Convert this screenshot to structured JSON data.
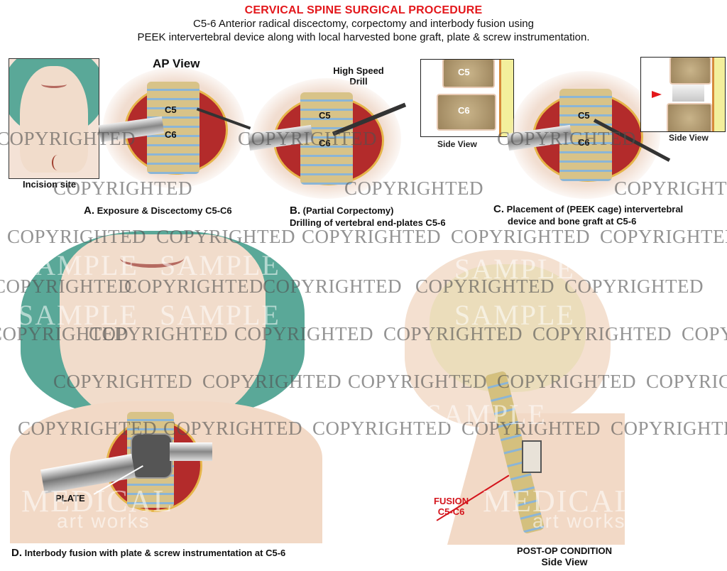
{
  "header": {
    "title": "CERVICAL SPINE SURGICAL PROCEDURE",
    "subtitle_line1": "C5-6 Anterior radical discectomy, corpectomy and interbody fusion using",
    "subtitle_line2": "PEEK intervertebral device along with local harvested bone graft, plate & screw instrumentation."
  },
  "panel_a": {
    "view_label": "AP View",
    "incision_label": "Incision site",
    "vertebra_labels": [
      "C5",
      "C6"
    ],
    "caption_letter": "A.",
    "caption_text": "Exposure & Discectomy C5-C6"
  },
  "panel_b": {
    "tool_label_line1": "High Speed",
    "tool_label_line2": "Drill",
    "vertebra_labels": [
      "C5",
      "C6"
    ],
    "side_view_labels": [
      "C5",
      "C6"
    ],
    "side_view_caption": "Side View",
    "caption_letter": "B.",
    "caption_text_line1": "(Partial  Corpectomy)",
    "caption_text_line2": "Drilling of vertebral end-plates C5-6"
  },
  "panel_c": {
    "vertebra_labels": [
      "C5",
      "C6"
    ],
    "side_view_caption": "Side View",
    "caption_letter": "C.",
    "caption_text_line1": "Placement of (PEEK cage) intervertebral",
    "caption_text_line2": "device and bone graft at C5-6"
  },
  "panel_d": {
    "plate_label": "PLATE",
    "caption_letter": "D.",
    "caption_text": "Interbody fusion with plate & screw instrumentation at C5-6"
  },
  "panel_e": {
    "fusion_label_line1": "FUSION",
    "fusion_label_line2": "C5-C6",
    "caption_line1": "POST-OP CONDITION",
    "caption_line2": "Side View"
  },
  "watermark": {
    "text": "COPYRIGHTED",
    "text2": "SAMPLE",
    "brand1": "MEDICAL",
    "brand2": "art works"
  },
  "colors": {
    "title_red": "#e3171b",
    "fusion_red": "#d4141c",
    "surgical_cap_green": "#5aa898",
    "skin": "#f2d9c6"
  }
}
